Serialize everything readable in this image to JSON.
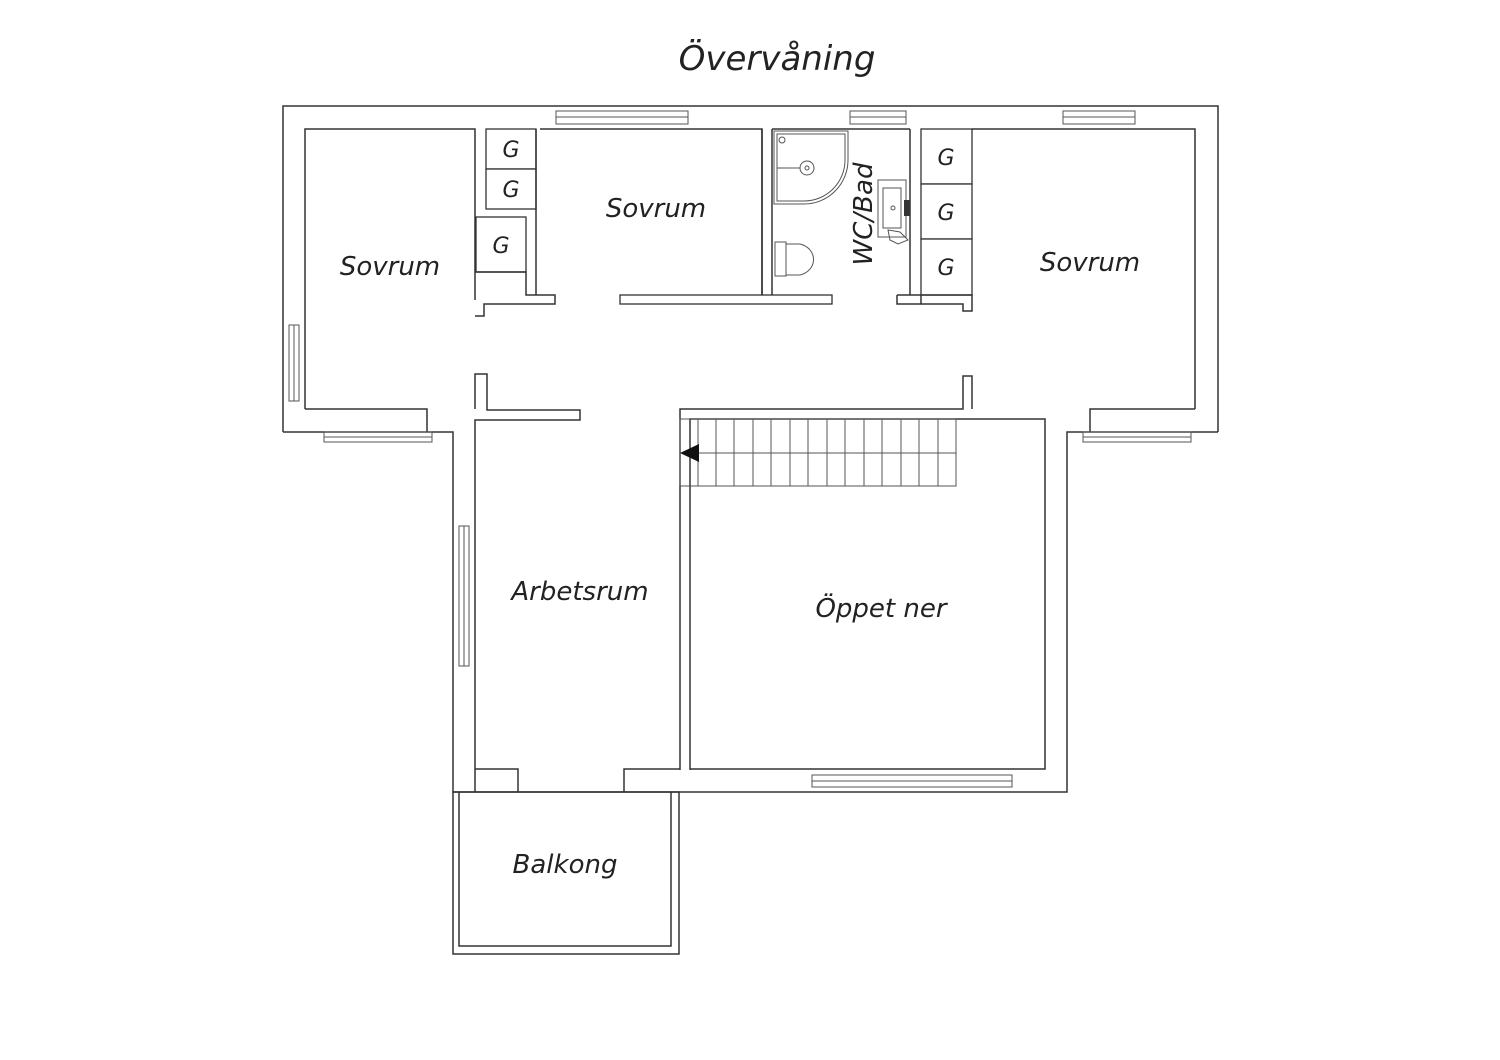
{
  "title": "Övervåning",
  "rooms": {
    "bedroom_left": "Sovrum",
    "bedroom_middle": "Sovrum",
    "bedroom_right": "Sovrum",
    "bathroom": "WC/Bad",
    "study": "Arbetsrum",
    "open_below": "Öppet ner",
    "balcony": "Balkong"
  },
  "wardrobe_label": "G"
}
